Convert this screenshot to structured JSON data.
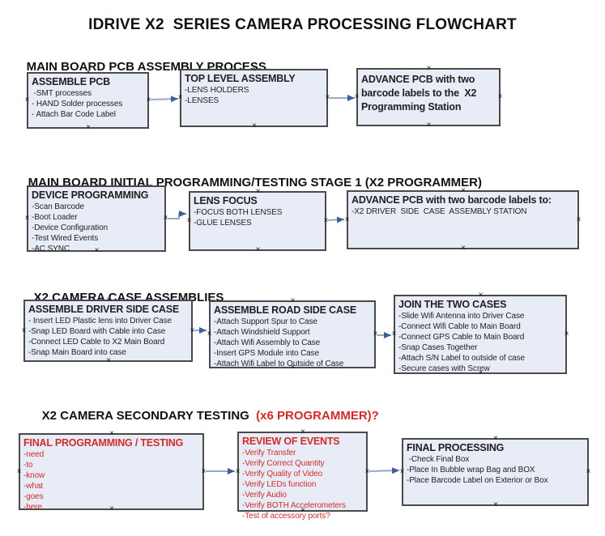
{
  "title": "IDRIVE X2  SERIES CAMERA PROCESSING FLOWCHART",
  "glyphs": {
    "connection_point": "×"
  },
  "colors": {
    "box_fill": "#e8ecf6",
    "box_border": "#4a4a4a",
    "connector_line": "#94a8ca",
    "connector_arrowhead": "#3a5f9e",
    "red_text": "#cf2b2b",
    "text": "#1f1f1f"
  },
  "sections": [
    {
      "heading": "MAIN BOARD PCB ASSEMBLY PROCESS",
      "heading_red": "",
      "boxes": [
        {
          "title": "ASSEMBLE PCB",
          "items": [
            " -SMT processes",
            "- HAND Solder processes",
            "- Attach Bar Code Label"
          ]
        },
        {
          "title": "TOP LEVEL ASSEMBLY",
          "items": [
            "-LENS HOLDERS",
            "-LENSES"
          ]
        },
        {
          "title": "ADVANCE PCB with two barcode labels to the  X2 Programming Station",
          "items": []
        }
      ]
    },
    {
      "heading": "MAIN BOARD INITIAL PROGRAMMING/TESTING STAGE 1 (X2 PROGRAMMER)",
      "heading_red": "",
      "boxes": [
        {
          "title": "DEVICE PROGRAMMING",
          "items": [
            "-Scan Barcode",
            "-Boot Loader",
            "-Device Configuration",
            "-Test Wired Events",
            "-AC SYNC"
          ]
        },
        {
          "title": "LENS FOCUS",
          "items": [
            "-FOCUS BOTH LENSES",
            "-GLUE LENSES"
          ]
        },
        {
          "title": "ADVANCE PCB with two barcode labels to:",
          "items": [
            "-X2 DRIVER  SIDE  CASE  ASSEMBLY STATION"
          ]
        }
      ]
    },
    {
      "heading": "X2 CAMERA CASE ASSEMBLIES",
      "heading_red": "",
      "boxes": [
        {
          "title": "ASSEMBLE DRIVER SIDE CASE",
          "items": [
            "- Insert LED Plastic lens into Driver Case",
            "-Snap LED Board with Cable into Case",
            "-Connect LED Cable to X2 Main Board",
            "-Snap Main Board into case"
          ]
        },
        {
          "title": "ASSEMBLE ROAD SIDE CASE",
          "items": [
            "-Attach Support Spur to Case",
            "-Attach Windshield Support",
            "-Attach Wifi Assembly to Case",
            "-Insert GPS Module into Case",
            "-Attach Wifi Label to Outside of Case"
          ]
        },
        {
          "title": "JOIN THE TWO CASES",
          "items": [
            "-Slide Wifi Antenna into Driver Case",
            "-Connect Wifi Cable to Main Board",
            "-Connect GPS Cable to Main Board",
            "-Snap Cases Together",
            "-Attach S/N Label to outside of case",
            "-Secure cases with Screw"
          ]
        }
      ]
    },
    {
      "heading": "X2 CAMERA SECONDARY TESTING",
      "heading_red": "  (x6 PROGRAMMER)?",
      "boxes": [
        {
          "title": "FINAL PROGRAMMING / TESTING",
          "items": [
            "-need",
            "-to",
            "-know",
            "-what",
            "-goes",
            "-here"
          ]
        },
        {
          "title": "REVIEW OF EVENTS",
          "items": [
            "-Verify Transfer",
            "-Verify Correct Quantity",
            "-Verify Quality of Video",
            "-Verify LEDs function",
            "-Verify Audio",
            "-Verify BOTH Accelerometers",
            "-Test of accessory ports?"
          ]
        },
        {
          "title": "FINAL PROCESSING",
          "items": [
            " -Check Final Box",
            "-Place In Bubble wrap Bag and BOX",
            "-Place Barcode Label on Exterior or Box"
          ]
        }
      ]
    }
  ]
}
